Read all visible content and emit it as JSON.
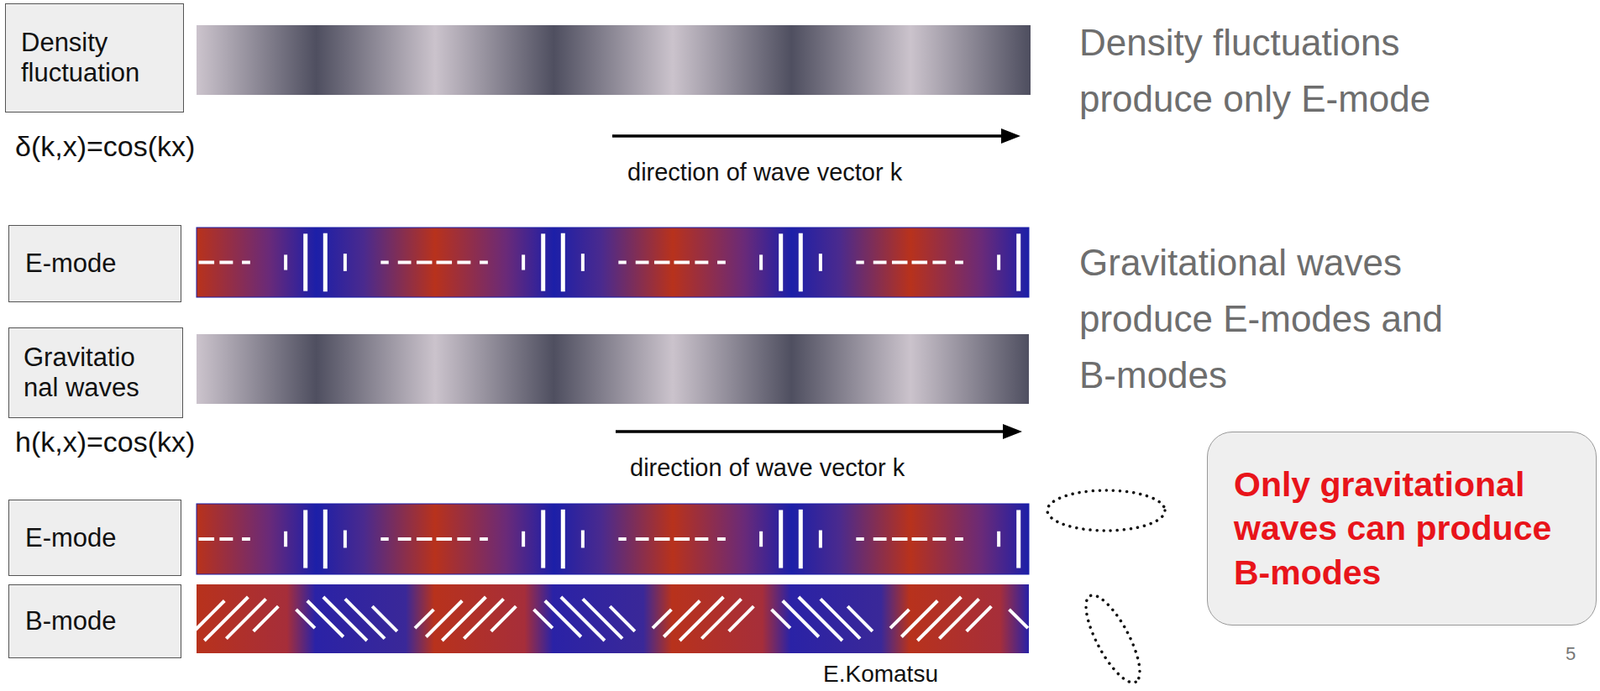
{
  "diagram": {
    "nodes": [
      {
        "text": [
          "Density fluctuation"
        ]
      },
      {
        "text": [
          "E-mode"
        ]
      },
      {
        "text": [
          "Gravitatio nal waves"
        ]
      },
      {
        "text": [
          "E-mode"
        ]
      },
      {
        "text": [
          "B-mode"
        ]
      },
      {
        "text": [
          "Only gravitational waves can produce B-modes"
        ]
      }
    ],
    "labels": [
      "δ(k,x)=cos(kx)",
      "direction of wave vector k",
      "Density fluctuations produce only E-mode",
      "Gravitational waves produce E-modes and B-modes",
      "h(k,x)=cos(kx)",
      "direction of wave vector k",
      "E.Komatsu",
      "5"
    ]
  }
}
